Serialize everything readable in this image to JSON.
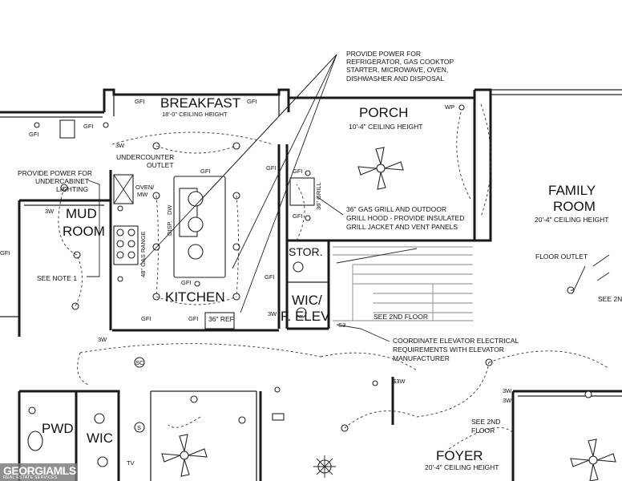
{
  "rooms": {
    "breakfast": {
      "name": "BREAKFAST",
      "height": "18'-0\" CEILING HEIGHT"
    },
    "porch": {
      "name": "PORCH",
      "height": "10'-4\" CEILING HEIGHT"
    },
    "family_room": {
      "name_line1": "FAMILY",
      "name_line2": "ROOM",
      "height": "20'-4\" CEILING HEIGHT"
    },
    "mud_room": {
      "name_line1": "MUD",
      "name_line2": "ROOM"
    },
    "kitchen": {
      "name": "KITCHEN"
    },
    "storage": {
      "name": "STOR."
    },
    "wic_elev": {
      "name_line1": "WIC/",
      "name_line2": "F. ELEV"
    },
    "pwd": {
      "name": "PWD"
    },
    "wic": {
      "name": "WIC"
    },
    "foyer": {
      "name": "FOYER",
      "height": "20'-4\" CEILING HEIGHT"
    }
  },
  "notes": {
    "power_line1": "PROVIDE POWER FOR",
    "power_line2": "REFRIGERATOR, GAS COOKTOP",
    "power_line3": "STARTER, MICROWAVE, OVEN,",
    "power_line4": "DISHWASHER AND DISPOSAL",
    "grill_line1": "36\" GAS GRILL AND OUTDOOR",
    "grill_line2": "GRILL HOOD - PROVIDE INSULATED",
    "grill_line3": "GRILL JACKET AND VENT PANELS",
    "undercab_line1": "PROVIDE POWER FOR",
    "undercab_line2": "UNDERCABINET",
    "undercab_line3": "LIGHTING",
    "elevator_line1": "COORDINATE ELEVATOR ELECTRICAL",
    "elevator_line2": "REQUIREMENTS WITH ELEVATOR",
    "elevator_line3": "MANUFACTURER",
    "see_note": "SEE NOTE 1",
    "see_2nd_floor": "SEE 2ND FLOOR",
    "see_2nd_line1": "SEE 2ND",
    "see_2nd_line2": "FLOOR",
    "see_2nd_cut": "SEE 2N",
    "floor_outlet": "FLOOR OUTLET",
    "undercounter_line1": "UNDERCOUNTER",
    "undercounter_line2": "OUTLET"
  },
  "appliances": {
    "gas_range": "48\" GAS RANGE",
    "ref": "36\" REF",
    "grill": "36\" GRILL",
    "dw": "DW",
    "disp": "DISP.",
    "oven_line1": "OVEN/",
    "oven_line2": "MW",
    "tv": "TV"
  },
  "symbols": {
    "gfi": "GFI",
    "wp": "WP",
    "three_way": "3W",
    "switch": "S",
    "smoke": "SC",
    "switch_3": "S3",
    "switch_3w": "$3W"
  },
  "watermark": {
    "brand": "GEORGIAMLS",
    "tagline": "REAL ESTATE SERVICES"
  }
}
